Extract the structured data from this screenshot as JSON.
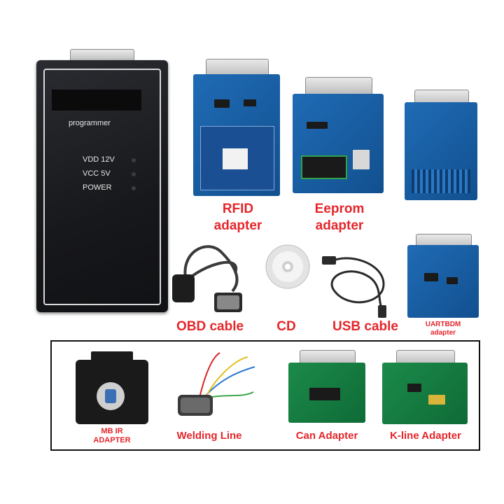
{
  "programmer": {
    "title": "programmer",
    "leds": [
      "VDD 12V",
      "VCC 5V",
      "POWER"
    ]
  },
  "labels": {
    "rfid_line1": "RFID",
    "rfid_line2": "adapter",
    "eeprom_line1": "Eeprom",
    "eeprom_line2": "adapter",
    "obd": "OBD cable",
    "cd": "CD",
    "usb": "USB cable",
    "uartbdm_line1": "UARTBDM",
    "uartbdm_line2": "adapter",
    "mbir_line1": "MB IR",
    "mbir_line2": "ADAPTER",
    "welding": "Welding Line",
    "can": "Can Adapter",
    "kline": "K-line Adapter"
  },
  "colors": {
    "label_red": "#e4262b",
    "pcb_blue": "#1f6bb5",
    "pcb_green": "#1b8a4a"
  }
}
